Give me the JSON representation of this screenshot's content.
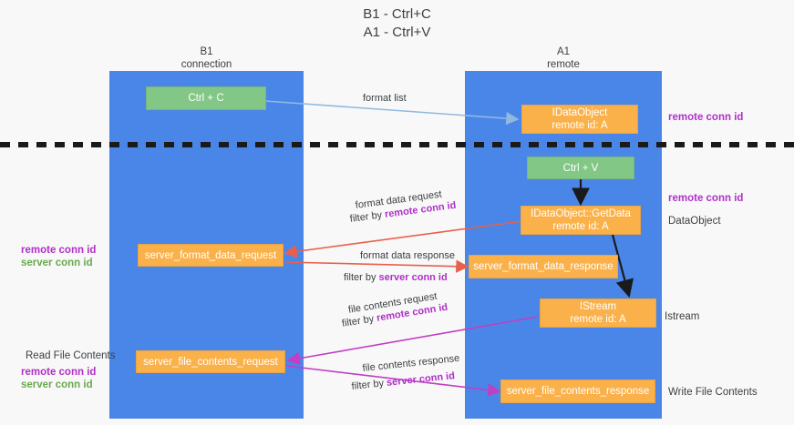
{
  "title": "B1 - Ctrl+C\nA1 - Ctrl+V",
  "columns": {
    "left": "B1\nconnection",
    "right": "A1\nremote"
  },
  "boxes": {
    "ctrl_c": {
      "line1": "Ctrl + C",
      "color": "#82c785"
    },
    "idataobject": {
      "line1": "IDataObject",
      "line2": "remote id: A",
      "color": "#fbb14a"
    },
    "ctrl_v": {
      "line1": "Ctrl + V",
      "color": "#82c785"
    },
    "getdata": {
      "line1": "IDataObject::GetData",
      "line2": "remote id: A",
      "color": "#fbb14a"
    },
    "server_format_data_request": {
      "line1": "server_format_data_request",
      "color": "#fbb14a"
    },
    "server_format_data_response": {
      "line1": "server_format_data_response",
      "color": "#fbb14a"
    },
    "istream": {
      "line1": "IStream",
      "line2": "remote id: A",
      "color": "#fbb14a"
    },
    "server_file_contents_request": {
      "line1": "server_file_contents_request",
      "color": "#fbb14a"
    },
    "server_file_contents_response": {
      "line1": "server_file_contents_response",
      "color": "#fbb14a"
    }
  },
  "captions": {
    "format_list": "format list",
    "format_data_request": "format data request",
    "format_data_request_filter_prefix": "filter by ",
    "format_data_request_filter_key": "remote conn id",
    "format_data_response": "format data response",
    "format_data_response_filter_prefix": "filter by ",
    "format_data_response_filter_key": "server conn id",
    "file_contents_request": "file contents request",
    "file_contents_request_filter_prefix": "filter by ",
    "file_contents_request_filter_key": "remote conn id",
    "file_contents_response": "file contents response",
    "file_contents_response_filter_prefix": "filter by ",
    "file_contents_response_filter_key": "server conn id"
  },
  "annotations": {
    "right_remote_conn_id_top": "remote conn id",
    "right_remote_conn_id_mid": "remote conn id",
    "right_dataobject": "DataObject",
    "right_istream": "Istream",
    "right_write_file_contents": "Write File Contents",
    "left_remote_conn_id": "remote conn id",
    "left_server_conn_id": "server conn id",
    "left_read_file_contents": "Read File Contents",
    "left_remote_conn_id_2": "remote conn id",
    "left_server_conn_id_2": "server conn id"
  },
  "colors": {
    "lane": "#4a86e8",
    "green_box": "#82c785",
    "orange_box": "#fbb14a",
    "purple_text": "#b030c8",
    "green_text": "#6aa84f",
    "arrow_light_blue": "#8fb9e0",
    "arrow_red": "#e8604c",
    "arrow_magenta": "#c23ec2",
    "arrow_black": "#1a1a1a",
    "separator": "#1a1a1a",
    "background": "#f8f8f8"
  }
}
